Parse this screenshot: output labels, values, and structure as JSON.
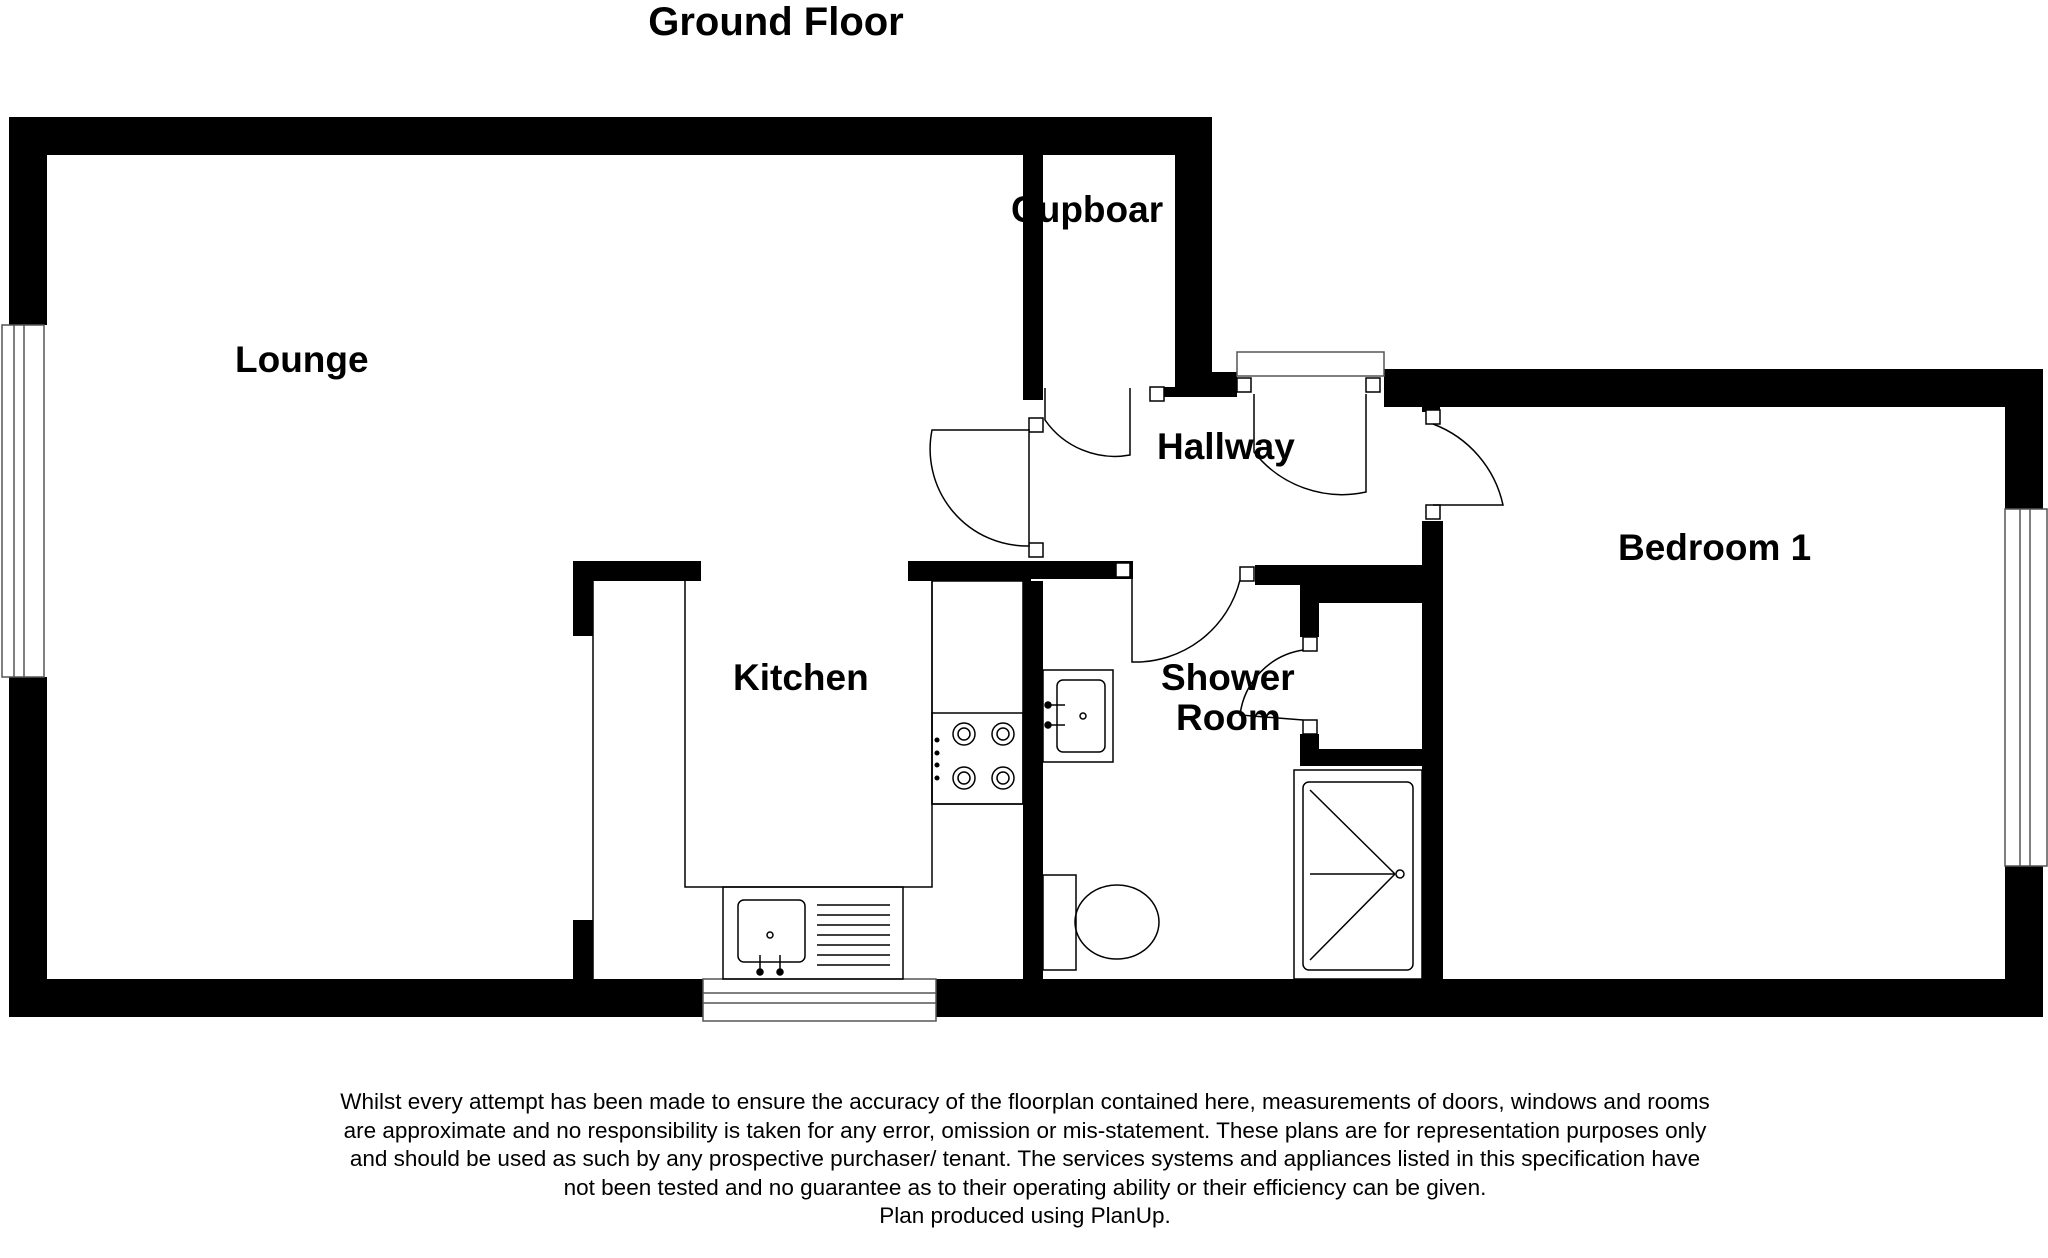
{
  "title": "Ground Floor",
  "rooms": {
    "lounge": "Lounge",
    "cupboard": "Cupboar",
    "hallway": "Hallway",
    "kitchen": "Kitchen",
    "shower_line1": "Shower",
    "shower_line2": "Room",
    "bedroom": "Bedroom 1"
  },
  "disclaimer": {
    "text": "Whilst every attempt has been made to ensure the accuracy of the floorplan contained here, measurements of doors, windows and rooms are approximate and no responsibility is taken for any error, omission or mis-statement. These plans are for representation purposes only and should be used as such by any prospective purchaser/ tenant. The services systems and appliances listed in this specification have not been tested and no guarantee as to their operating ability or their efficiency can be given.",
    "credit": "Plan produced using PlanUp."
  },
  "colors": {
    "wall": "#000000",
    "fixture": "#000000",
    "background": "#ffffff",
    "window_stroke": "#555555"
  }
}
